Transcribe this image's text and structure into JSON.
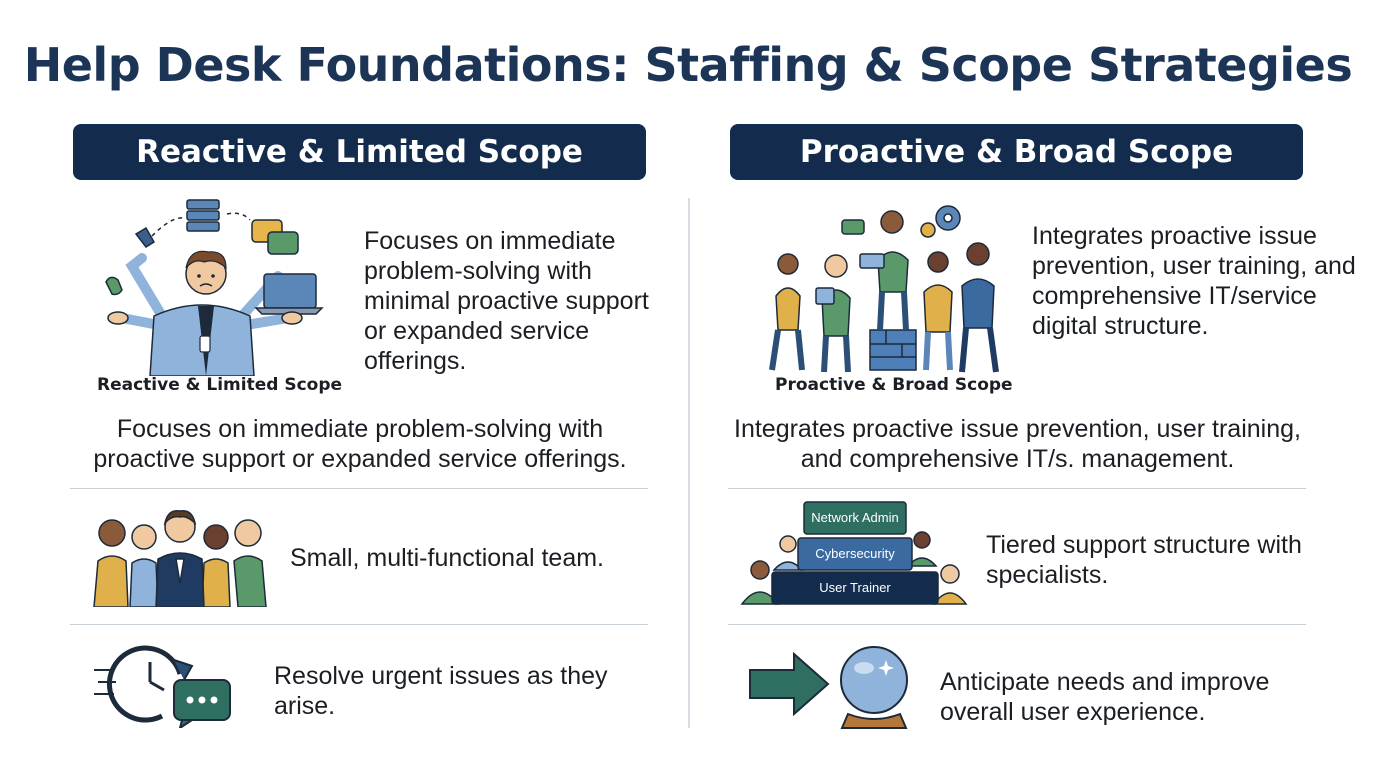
{
  "title": "Help Desk Foundations: Staffing & Scope Strategies",
  "left": {
    "header": "Reactive & Limited Scope",
    "illustration_caption": "Reactive & Limited Scope",
    "intro_text": "Focuses on immediate problem-solving with minimal proactive support or expanded service offerings.",
    "summary": "Focuses on immediate problem-solving with proactive support or expanded service offerings.",
    "team_text": "Small, multi-functional team.",
    "goal_text": "Resolve urgent issues as they arise."
  },
  "right": {
    "header": "Proactive & Broad Scope",
    "illustration_caption": "Proactive & Broad Scope",
    "intro_text": "Integrates proactive issue prevention, user training, and comprehensive IT/service digital structure.",
    "summary": "Integrates proactive issue prevention, user training, and comprehensive IT/s. management.",
    "tiers": [
      "Network Admin",
      "Cybersecurity",
      "User Trainer"
    ],
    "team_text": "Tiered support structure with specialists.",
    "goal_text": "Anticipate needs and improve overall user experience."
  },
  "colors": {
    "navy": "#132c4d",
    "title": "#1c3557",
    "teal": "#2f6f62",
    "blue": "#5b86b8",
    "mustard": "#e0b14a",
    "green": "#5a9a6a"
  },
  "icons": {
    "left_hero": "overwhelmed-agent-icon",
    "left_team": "small-team-icon",
    "left_goal": "clock-chat-icon",
    "right_hero": "collaborating-team-icon",
    "right_team": "tiered-org-chart-icon",
    "right_goal": "arrow-crystal-ball-icon"
  }
}
